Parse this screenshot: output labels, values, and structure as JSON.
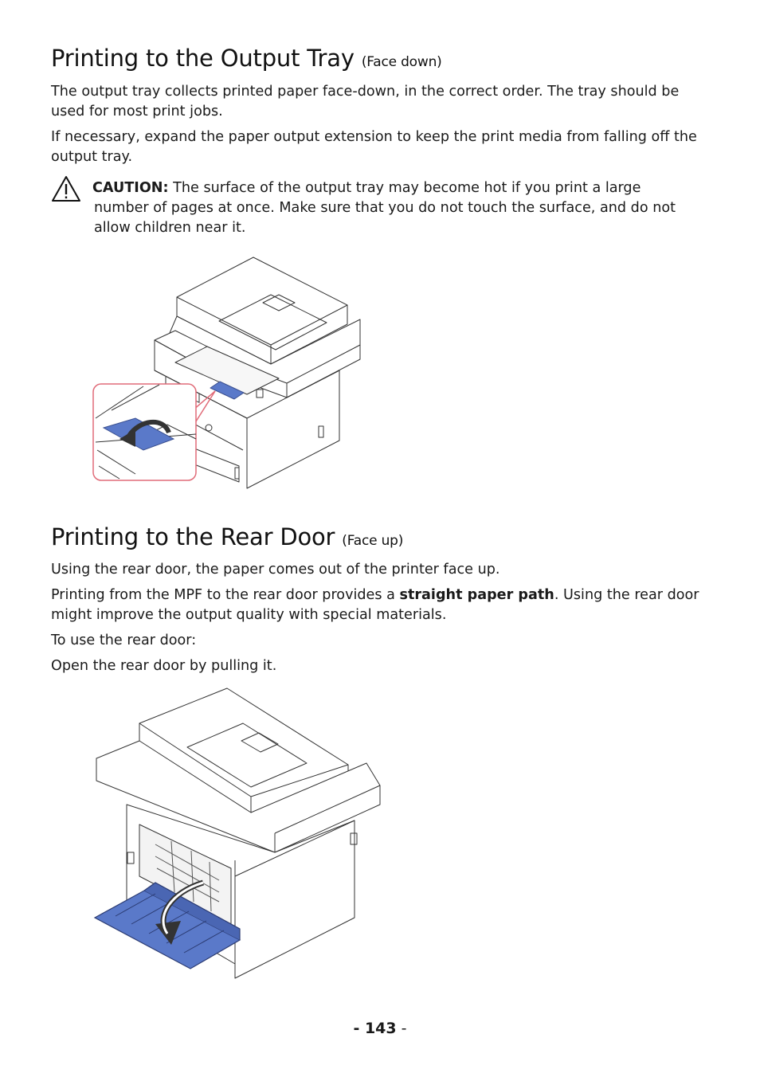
{
  "section1": {
    "title": "Printing to the Output Tray",
    "title_sub": "(Face down)",
    "para1": "The output tray collects printed paper face-down, in the correct order. The tray should be used for most print jobs.",
    "para2": "If necessary, expand the paper output extension to keep the print media from falling off the output tray.",
    "caution_label": "CAUTION:",
    "caution_line1": " The surface of the output tray may become hot if you print a large",
    "caution_line2": "number of pages at once. Make sure that you do not touch the surface, and do not allow children near it.",
    "icon": "warning-triangle-icon"
  },
  "section2": {
    "title": "Printing to the Rear Door",
    "title_sub": "(Face up)",
    "para1": "Using the rear door, the paper comes out of the printer face up.",
    "para2_before": "Printing from the MPF to the rear door provides a ",
    "para2_bold": "straight paper path",
    "para2_after": ". Using the rear door might improve the output quality with special materials.",
    "para3": "To use the rear door:",
    "para4": "Open the rear door by pulling it."
  },
  "footer": {
    "page_number": "- 143",
    "page_suffix": " -"
  },
  "colors": {
    "accent_blue": "#5a79c9",
    "callout_red": "#e06b78"
  }
}
